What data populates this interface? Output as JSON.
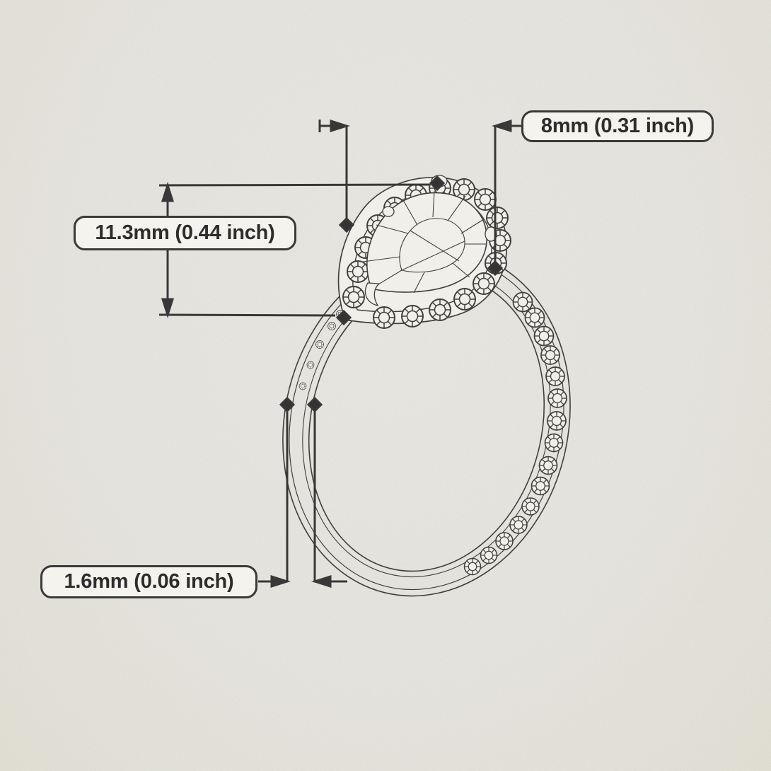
{
  "diagram": {
    "subject": "pear-halo-diamond-ring-technical-sketch",
    "labels": {
      "width": "8mm (0.31 inch)",
      "height": "11.3mm (0.44 inch)",
      "band_thickness": "1.6mm (0.06 inch)"
    },
    "colors": {
      "paper": "#f1efe9",
      "sketch_line": "#3f3f3f",
      "dimension_line": "#383838",
      "label_border": "#3a3a3a",
      "label_background": "#f5f3ed",
      "label_text": "#2d2d2d"
    }
  }
}
